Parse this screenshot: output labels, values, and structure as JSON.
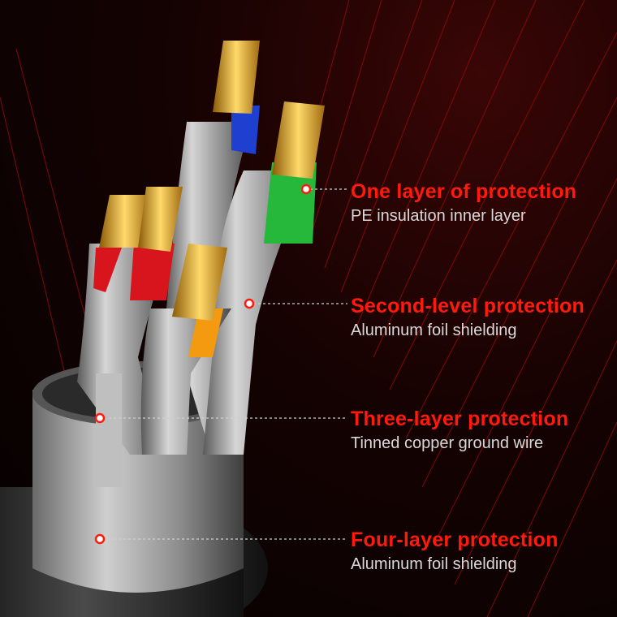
{
  "callouts": [
    {
      "title": "One layer of protection",
      "subtitle": "PE insulation inner layer"
    },
    {
      "title": "Second-level protection",
      "subtitle": "Aluminum foil shielding"
    },
    {
      "title": "Three-layer protection",
      "subtitle": "Tinned copper ground wire"
    },
    {
      "title": "Four-layer protection",
      "subtitle": "Aluminum foil shielding"
    }
  ],
  "colors": {
    "background": "#070202",
    "accent_red": "#ff1a0d",
    "subtitle_gray": "#d9d9d9",
    "wire_blue": "#1f3fd1",
    "wire_green": "#25b83a",
    "wire_red": "#d8141c",
    "wire_orange": "#f39a10",
    "copper_gold": "#e3ae2c",
    "foil_silver": "#b8b8b8"
  }
}
